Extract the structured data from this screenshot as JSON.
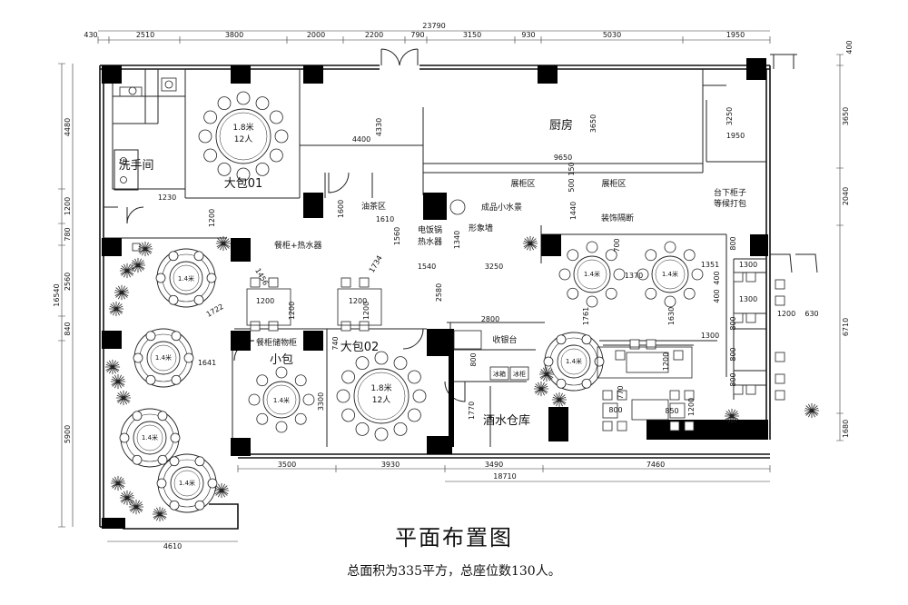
{
  "title": "平面布置图",
  "subtitle": "总面积为335平方，总座位数130人。",
  "rooms": {
    "washroom": "洗手间",
    "big_room_1": "大包01",
    "big_room_2": "大包02",
    "small_room": "小包",
    "kitchen": "厨房",
    "wine_storage": "酒水仓库",
    "cashier": "收银台"
  },
  "labels": {
    "tea_area": "油茶区",
    "fish_tank": "成品小水景",
    "image_wall": "形象墙",
    "rice_cooker": "电饭锅",
    "water_heater": "热水器",
    "cabinet_heater": "餐柜+热水器",
    "cabinet_storage": "餐柜储物柜",
    "display_1": "展柜区",
    "display_2": "展柜区",
    "decor_partition": "装饰隔断",
    "under_counter_1": "台下柜子",
    "under_counter_2": "等候打包",
    "ice_1": "冰箱",
    "ice_2": "冰柜"
  },
  "tables": {
    "big1_size": "1.8米",
    "big1_seats": "12人",
    "big2_size": "1.8米",
    "big2_seats": "12人",
    "t14": "1.4米"
  },
  "dims_top": [
    "430",
    "2510",
    "3800",
    "2000",
    "2200",
    "790",
    "3150",
    "930",
    "5030",
    "1950"
  ],
  "dim_total_top": "23790",
  "dims_bottom": [
    "3500",
    "3930",
    "3490",
    "7460"
  ],
  "dim_total_bottom": "18710",
  "dim_bottom_left": "4610",
  "dims_left": [
    "4480",
    "1200",
    "780",
    "2560",
    "840",
    "5900"
  ],
  "dim_total_left": "16540",
  "dims_right": [
    "400",
    "3650",
    "2040",
    "6710",
    "1680"
  ],
  "dims_inner": {
    "d4400": "4400",
    "d4330": "4330",
    "d1230": "1230",
    "d1200a": "1200",
    "d1600": "1600",
    "d1610": "1610",
    "d1340": "1340",
    "d1560": "1560",
    "d1540": "1540",
    "d3250": "3250",
    "d1734": "1734",
    "d1456": "1456",
    "d1722": "1722",
    "d1641": "1641",
    "d1200b": "1200",
    "d1200c": "1200",
    "d1200d": "1200",
    "d1200e": "1200",
    "d2580": "2580",
    "d2800": "2800",
    "d740": "740",
    "d3300": "3300",
    "d800a": "800",
    "d1770": "1770",
    "d9650": "9650",
    "d150": "150",
    "d500": "500",
    "d3650b": "3650",
    "d3250b": "3250",
    "d1950": "1950",
    "d1440": "1440",
    "d700": "700",
    "d1370": "1370",
    "d1351": "1351",
    "d1300a": "1300",
    "d1761": "1761",
    "d1630": "1630",
    "d1300b": "1300",
    "d400a": "400",
    "d400b": "400",
    "d800b": "800",
    "d1200f": "1200",
    "d770": "770",
    "d800c": "800",
    "d850": "850",
    "d1200g": "1200",
    "d630": "630",
    "d1200h": "1200",
    "d800d": "800",
    "d800e": "800",
    "d800f": "800",
    "d1300c": "1300"
  }
}
